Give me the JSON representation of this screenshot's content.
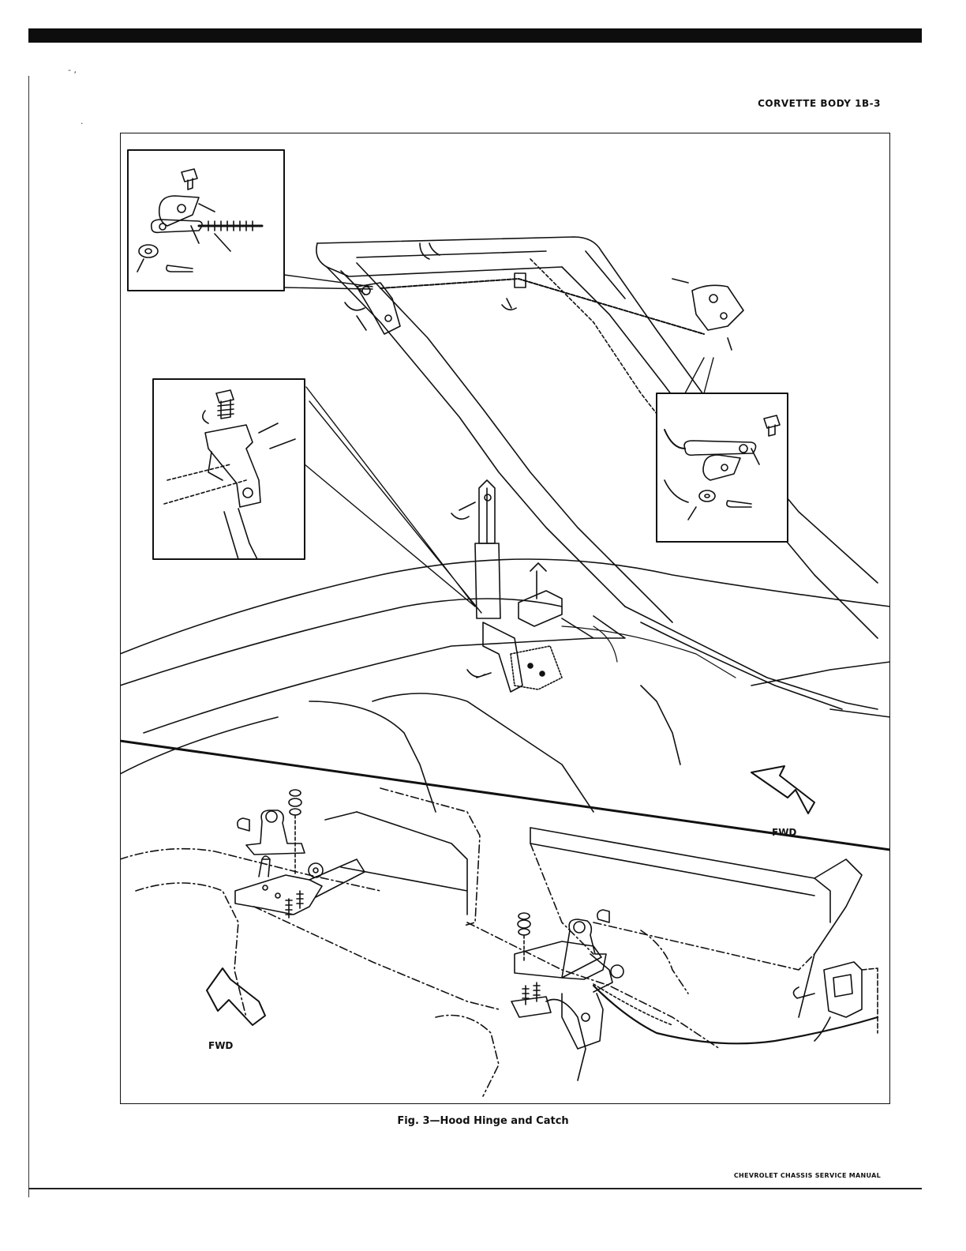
{
  "header": {
    "section": "CORVETTE BODY 1B-3"
  },
  "figure": {
    "caption": "Fig. 3—Hood Hinge and Catch",
    "upper_direction_label": "FWD",
    "lower_direction_label": "FWD"
  },
  "footer": {
    "manual_title": "CHEVROLET CHASSIS SERVICE MANUAL"
  }
}
